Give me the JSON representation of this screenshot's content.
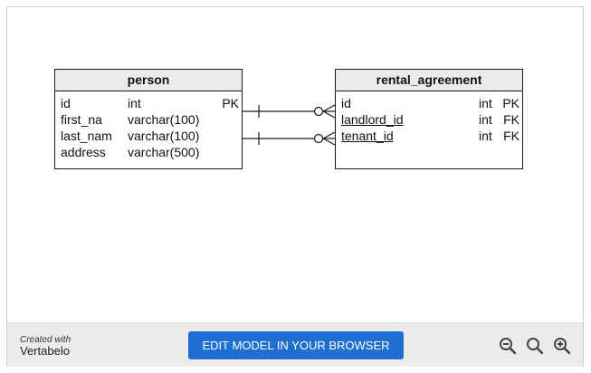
{
  "diagram": {
    "tables": [
      {
        "name": "person",
        "columns": [
          {
            "name": "id",
            "type": "int",
            "key": "PK"
          },
          {
            "name": "first_na",
            "type": "varchar(100)",
            "key": ""
          },
          {
            "name": "last_nam",
            "type": "varchar(100)",
            "key": ""
          },
          {
            "name": "address",
            "type": "varchar(500)",
            "key": ""
          }
        ]
      },
      {
        "name": "rental_agreement",
        "columns": [
          {
            "name": "id",
            "type": "int",
            "key": "PK"
          },
          {
            "name": "landlord_id",
            "type": "int",
            "key": "FK"
          },
          {
            "name": "tenant_id",
            "type": "int",
            "key": "FK"
          }
        ]
      }
    ],
    "relationships": [
      {
        "from": "person",
        "to": "rental_agreement.landlord_id",
        "from_cardinality": "one",
        "to_cardinality": "zero-or-many"
      },
      {
        "from": "person",
        "to": "rental_agreement.tenant_id",
        "from_cardinality": "one",
        "to_cardinality": "zero-or-many"
      }
    ]
  },
  "footer": {
    "created_with": "Created with",
    "brand": "Vertabelo",
    "edit_button": "EDIT MODEL IN YOUR BROWSER",
    "zoom_controls": [
      "zoom-out-icon",
      "zoom-reset-icon",
      "zoom-in-icon"
    ]
  },
  "colors": {
    "header_bg": "#ebebeb",
    "border": "#1a1a1a",
    "button_bg": "#1f6fd1",
    "footer_bg": "#ebebeb"
  }
}
